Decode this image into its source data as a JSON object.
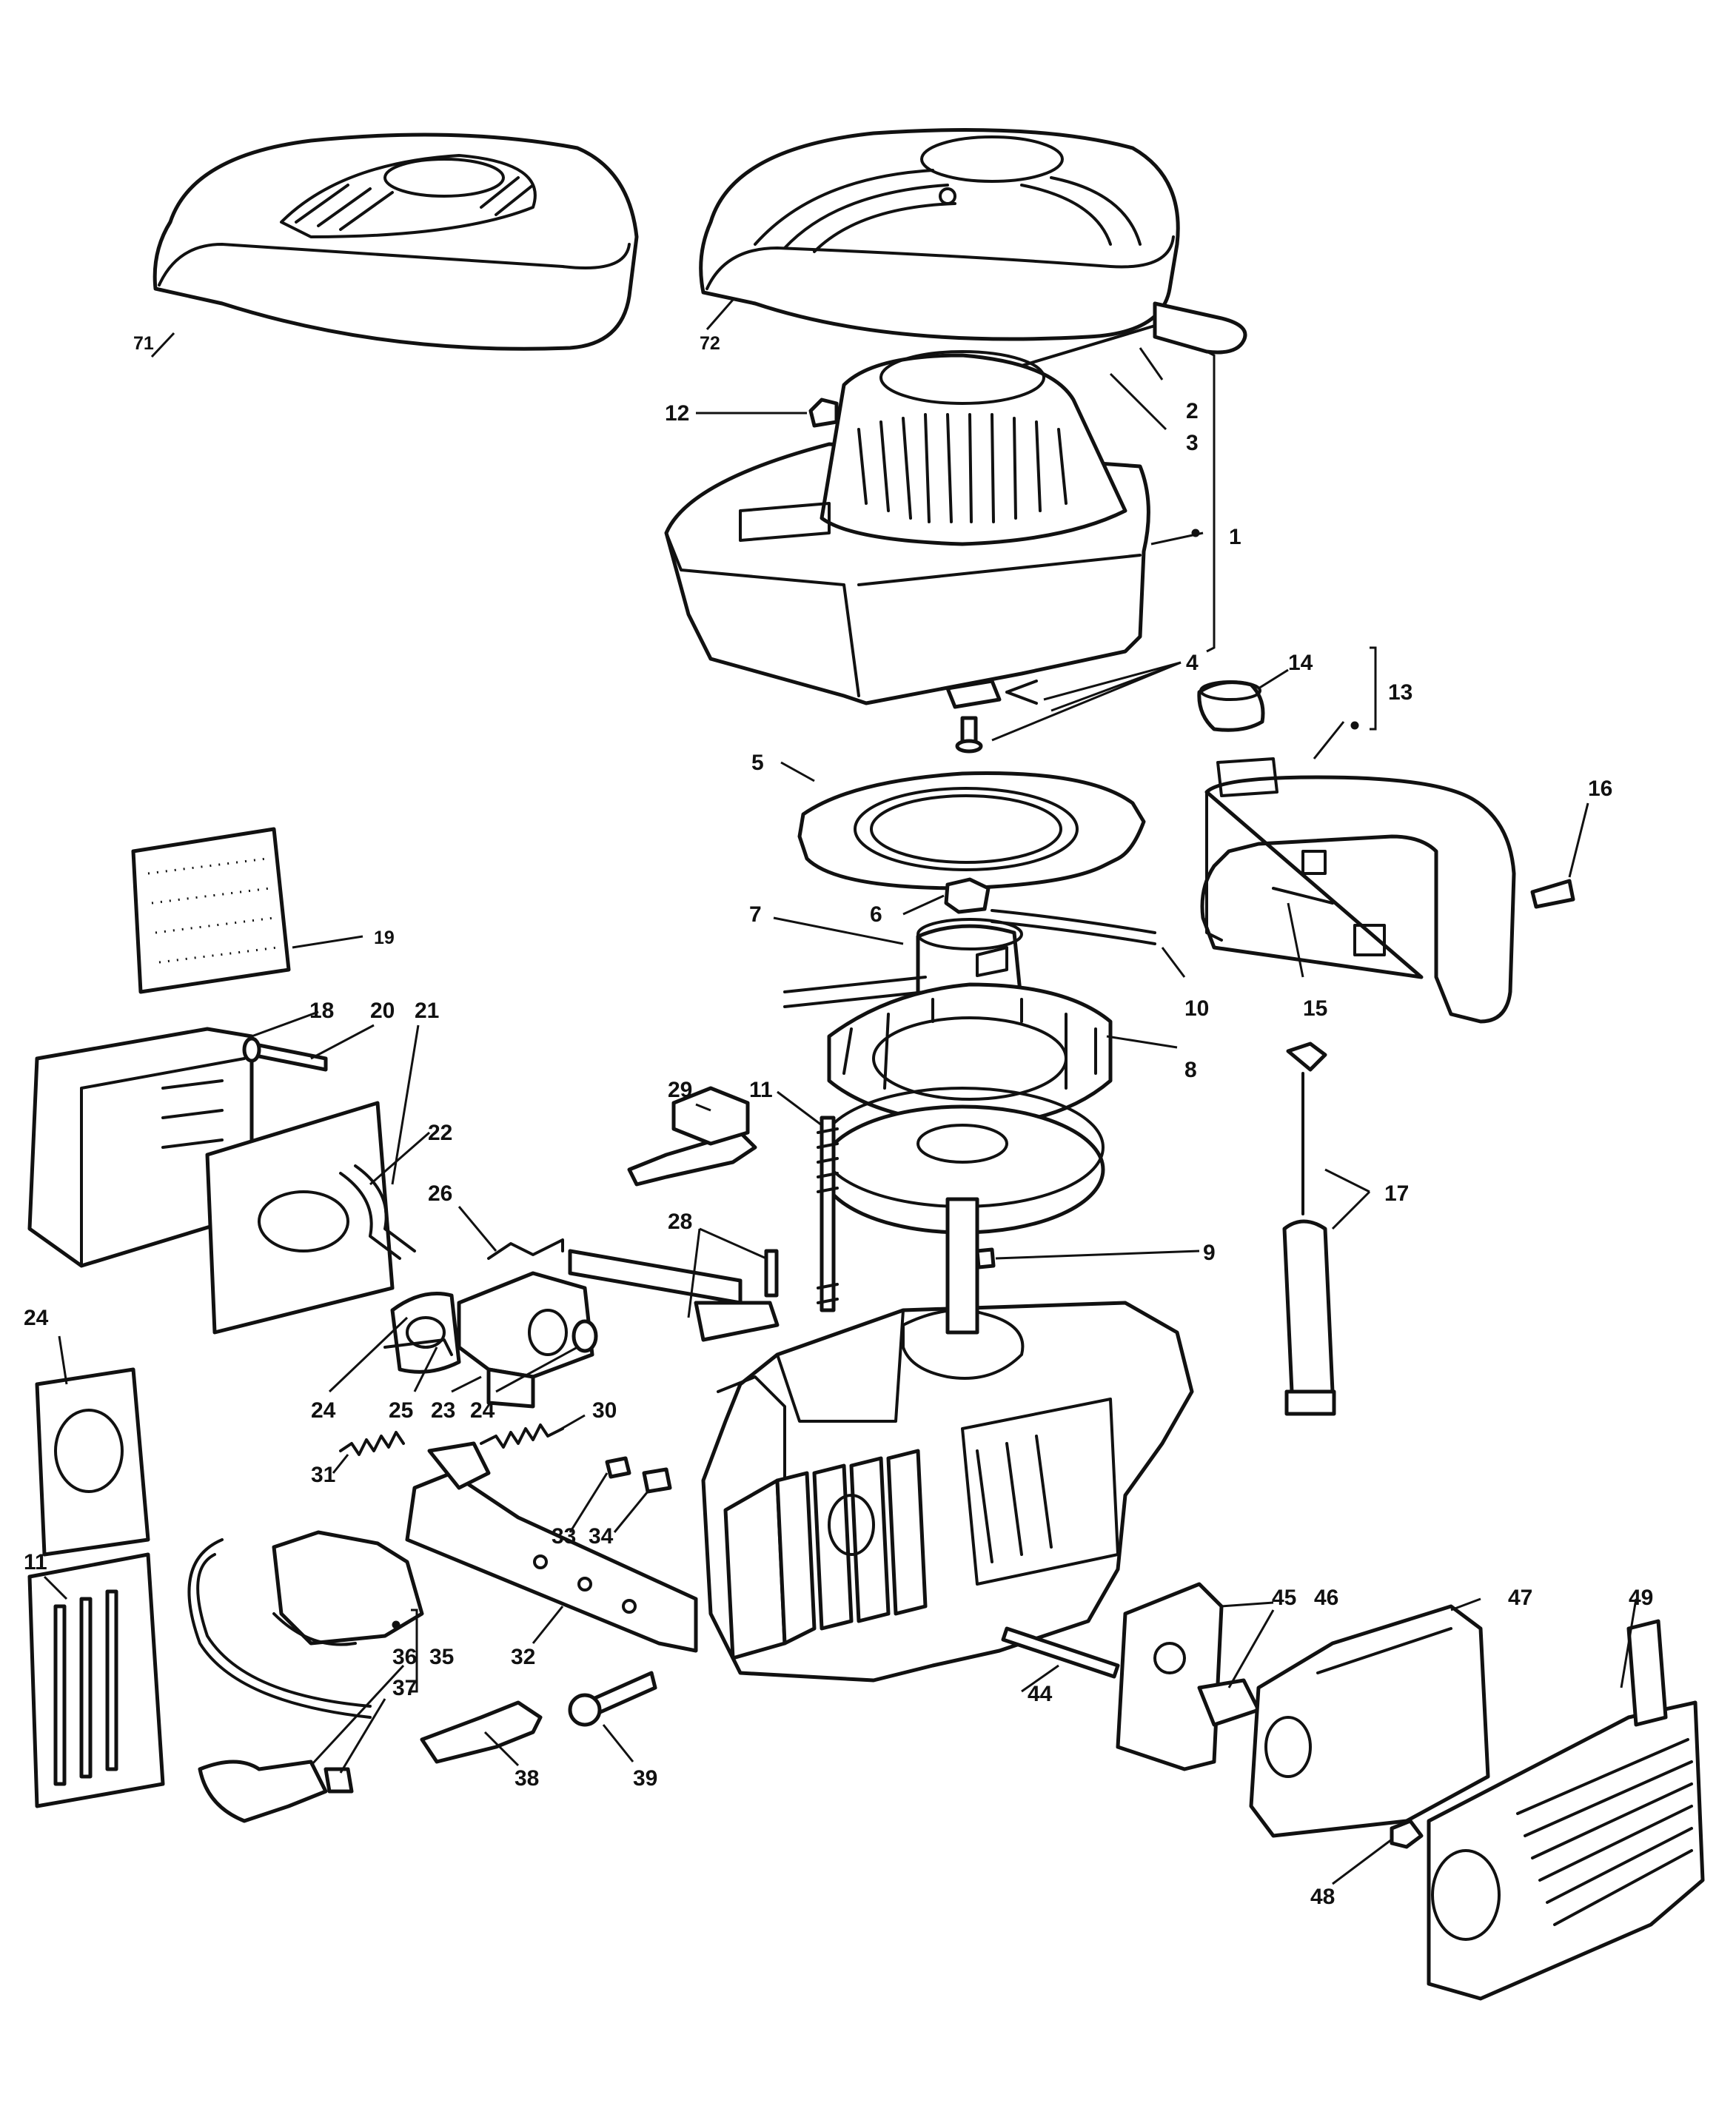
{
  "callouts": {
    "c71": "71",
    "c72": "72",
    "c2": "2",
    "c3": "3",
    "c12": "12",
    "c1": "1",
    "c4": "4",
    "c14": "14",
    "c13": "13",
    "c5": "5",
    "c16": "16",
    "c6": "6",
    "c7": "7",
    "c19": "19",
    "c10": "10",
    "c15": "15",
    "c18": "18",
    "c20": "20",
    "c21": "21",
    "c29": "29",
    "c11a": "11",
    "c8": "8",
    "c22": "22",
    "c26": "26",
    "c17": "17",
    "c28": "28",
    "c9": "9",
    "c24a": "24",
    "c24b": "24",
    "c25": "25",
    "c23": "23",
    "c24c": "24",
    "c30": "30",
    "c31": "31",
    "c33": "33",
    "c34": "34",
    "c11b": "11",
    "c45": "45",
    "c46": "46",
    "c47": "47",
    "c49": "49",
    "c36": "36",
    "c35": "35",
    "c32": "32",
    "c37": "37",
    "c44": "44",
    "c38": "38",
    "c39": "39",
    "c48": "48"
  },
  "colors": {
    "line": "#111111",
    "background": "#ffffff"
  }
}
